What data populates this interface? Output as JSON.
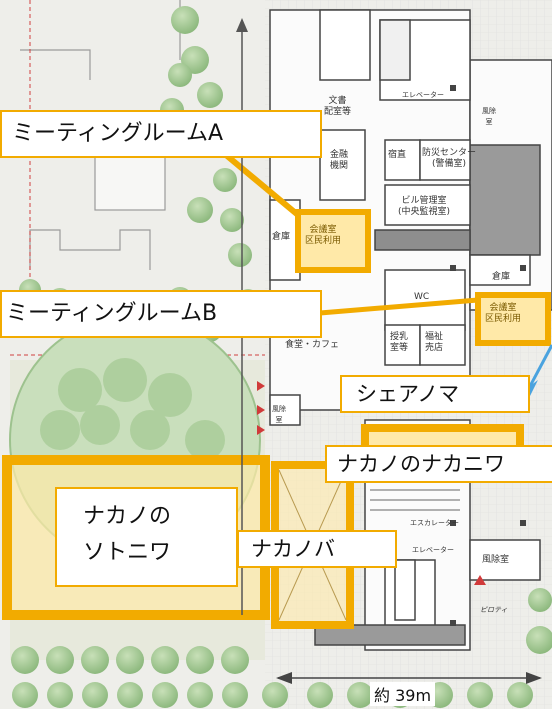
{
  "colors": {
    "highlight": "#f2ab00",
    "highlight_fill": "#ffe9a8",
    "tree": "#9ec48f",
    "tree_dark": "#86b579",
    "building_gray": "#8e8e8e",
    "arrow_blue": "#4aa3df"
  },
  "callouts": {
    "meeting_a": "ミーティングルームA",
    "meeting_b": "ミーティングルームB",
    "share_noma": "シェアノマ",
    "nakano_nakaniwa": "ナカノのナカニワ",
    "nakano_sotoniwa": "ナカノの\nソトニワ",
    "nakano_ba": "ナカノバ"
  },
  "plan_labels": {
    "bunsho": "文書\n配室等",
    "elevator_top": "エレベーター",
    "fujoshitsu_top": "風除\n室",
    "kinyu": "金融\n機関",
    "shukuchoku": "宿直",
    "bosai": "防災センター\n(警備室)",
    "building_mgmt": "ビル管理室\n(中央監視室)",
    "soko_left": "倉庫",
    "kaigi_a": "会議室\n区民利用",
    "soko_right": "倉庫",
    "kaigi_b": "会議室\n区民利用",
    "wc": "WC",
    "junyu": "授乳\n室等",
    "fukushi": "福祉\n売店",
    "shokudo": "食堂・カフェ",
    "fujoshitsu_left": "風除\n室",
    "escalator": "エスカレーター",
    "elevator_bottom": "エレベーター",
    "fujoshitsu_bottom": "風除室",
    "piloti": "ピロティ",
    "distance": "約 39m"
  }
}
